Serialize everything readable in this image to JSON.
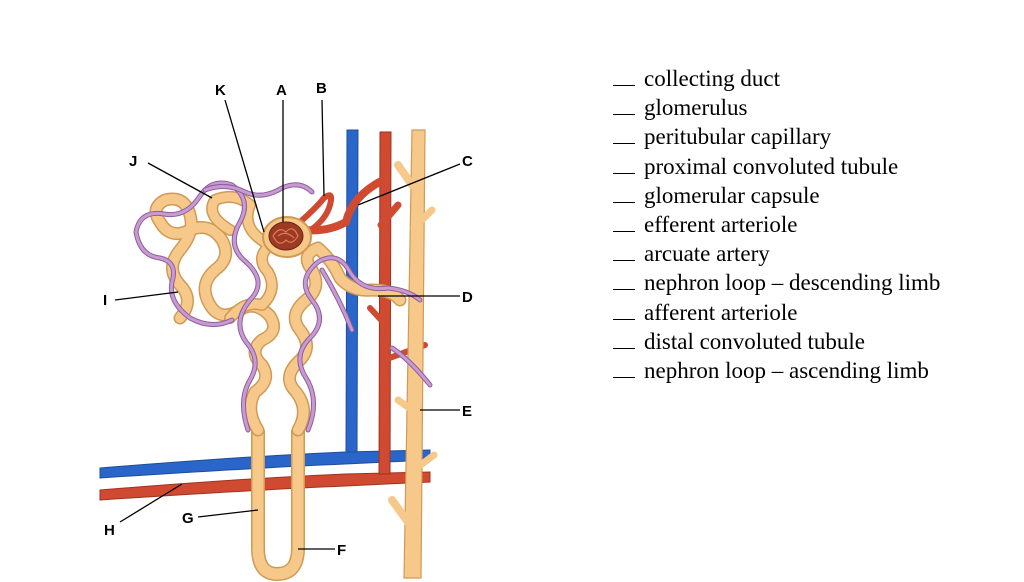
{
  "diagram": {
    "labels": [
      "K",
      "A",
      "B",
      "C",
      "J",
      "I",
      "D",
      "E",
      "H",
      "G",
      "F"
    ],
    "colors": {
      "vein": "#2a66c9",
      "artery": "#cf4a31",
      "tubule": "#f6c98a",
      "tubule_outline": "#d09a56",
      "capillary": "#c79ad1",
      "capillary_outline": "#8f5e9c",
      "glomerulus": "#9c3a23"
    }
  },
  "terms": [
    "collecting duct",
    "glomerulus",
    "peritubular capillary",
    "proximal convoluted tubule",
    "glomerular capsule",
    "efferent arteriole",
    "arcuate artery",
    "nephron loop – descending limb",
    "afferent arteriole",
    "distal convoluted tubule",
    "nephron loop – ascending limb"
  ]
}
